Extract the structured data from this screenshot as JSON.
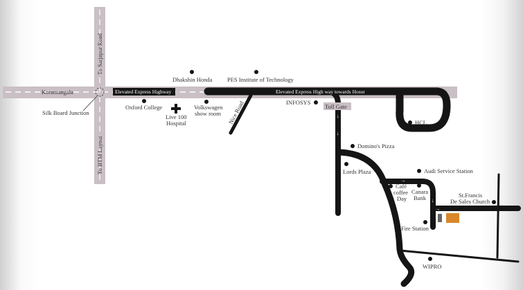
{
  "roads": {
    "sarjapur": "To Sarjapur Road",
    "btm": "To BTM Layout",
    "koramangala": "Koramangala",
    "elevated": "Elevated Express Highway",
    "elevated_hosur": "Elevated Express High way towards Hosur",
    "nice": "Nice Road",
    "toll": "Toll Gate"
  },
  "landmarks": {
    "silk_board": "Silk Board Junction",
    "dhakshin": "Dhakshin Honda",
    "pes": "PES Institute of Technology",
    "oxford": "Oxford College",
    "live100_1": "Live 100",
    "live100_2": "Hospital",
    "vw1": "Volkswagen",
    "vw2": "show room",
    "infosys": "INFOSYS",
    "hcl": "HCL",
    "dominos": "Domino's Pizza",
    "lords": "Lords Plaza",
    "audi": "Audi Service Station",
    "ccd1": "Café",
    "ccd2": "coffee",
    "ccd3": "Day",
    "canara1": "Canara",
    "canara2": "Bank",
    "church1": "St.Francis",
    "church2": "De Sales Church",
    "fire": "Fire Station",
    "wipro": "WIPRO"
  },
  "colors": {
    "road_gray": "#c9bfc4",
    "road_black": "#151515"
  }
}
